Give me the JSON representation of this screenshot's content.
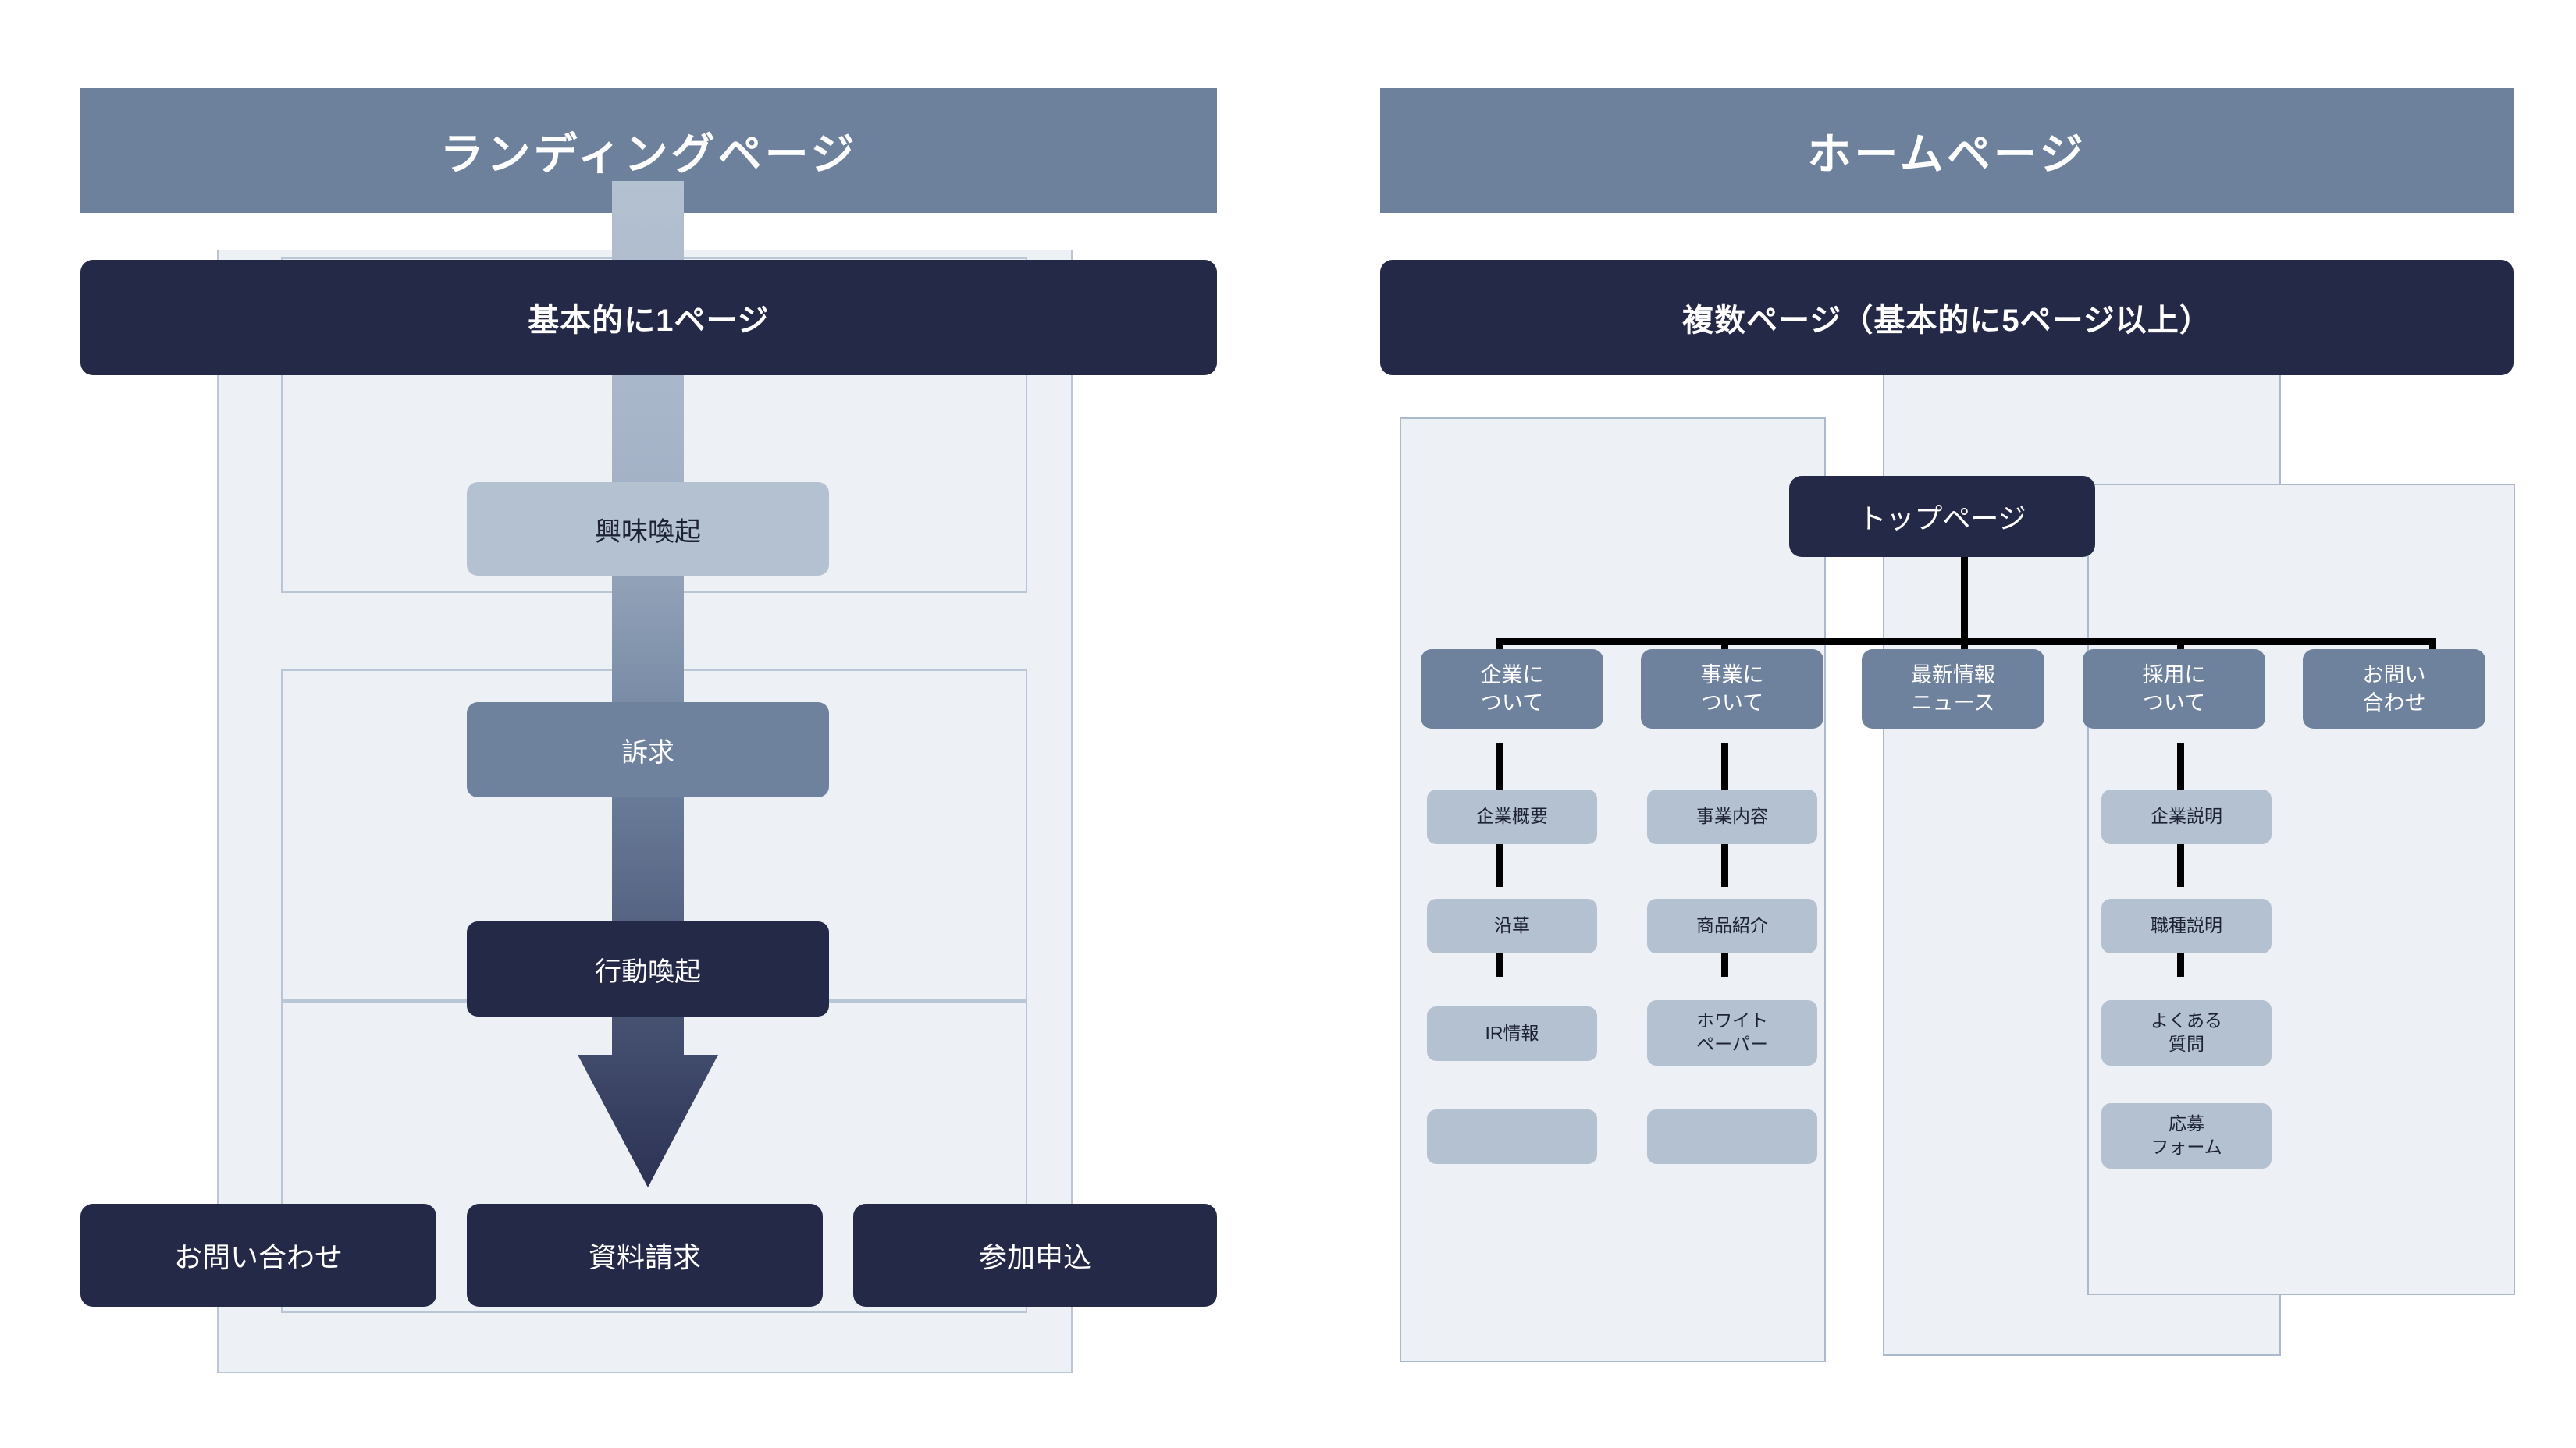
{
  "left_column": {
    "banner": "ランディングページ",
    "header": "基本的に1ページ",
    "flow_nodes": [
      {
        "label": "興味喚起",
        "tone": "lightest"
      },
      {
        "label": "訴求",
        "tone": "mid"
      },
      {
        "label": "行動喚起",
        "tone": "dark"
      }
    ],
    "cta_nodes": [
      {
        "label": "お問い合わせ"
      },
      {
        "label": "資料請求"
      },
      {
        "label": "参加申込"
      }
    ],
    "arrow_icon": "down-arrow-gradient"
  },
  "right_column": {
    "banner": "ホームページ",
    "header": "複数ページ（基本的に5ページ以上）",
    "top_node": "トップページ",
    "categories": [
      {
        "label": "企業に\nついて",
        "children": [
          "企業概要",
          "沿革",
          "IR情報",
          ""
        ]
      },
      {
        "label": "事業に\nついて",
        "children": [
          "事業内容",
          "商品紹介",
          "ホワイト\nペーパー",
          ""
        ]
      },
      {
        "label": "最新情報\nニュース",
        "children": []
      },
      {
        "label": "採用に\nついて",
        "children": [
          "企業説明",
          "職種説明",
          "よくある\n質問",
          "応募\nフォーム"
        ]
      },
      {
        "label": "お問い\n合わせ",
        "children": []
      }
    ]
  },
  "colors": {
    "banner": "#6d809c",
    "dark_navy": "#252948",
    "mid_blue": "#6e819d",
    "light_blue": "#b4c1d1",
    "panel_fill": "#edf1f5",
    "panel_border": "#aab9cc",
    "connector": "#000000"
  }
}
